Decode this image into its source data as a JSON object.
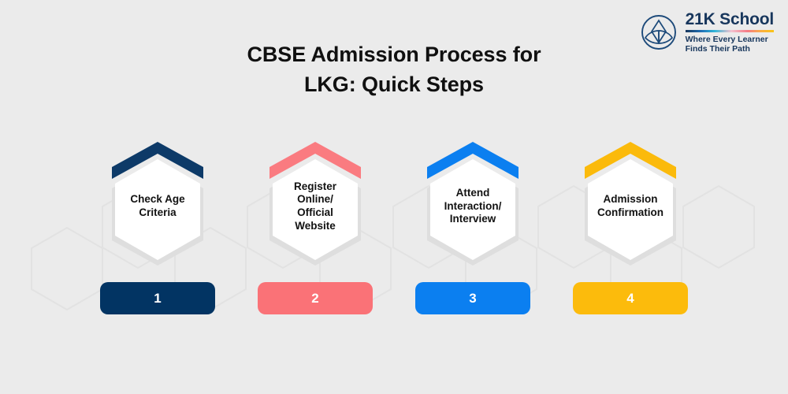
{
  "background_color": "#ebebeb",
  "logo": {
    "mark_icon": "lotus-in-circle-icon",
    "wordmark": "21K School",
    "tagline": "Where Every Learner\nFinds Their Path",
    "brand_color": "#17365c"
  },
  "title": "CBSE Admission Process for\nLKG: Quick Steps",
  "steps": [
    {
      "number": "1",
      "label": "Check Age\nCriteria",
      "color": "#0d3a68",
      "pill_color": "#023463"
    },
    {
      "number": "2",
      "label": "Register\nOnline/\nOfficial\nWebsite",
      "color": "#fa7b80",
      "pill_color": "#fa7277"
    },
    {
      "number": "3",
      "label": "Attend\nInteraction/\nInterview",
      "color": "#0b7ff0",
      "pill_color": "#0b7ff0"
    },
    {
      "number": "4",
      "label": "Admission\nConfirmation",
      "color": "#fbba0b",
      "pill_color": "#fcbb0c"
    }
  ]
}
